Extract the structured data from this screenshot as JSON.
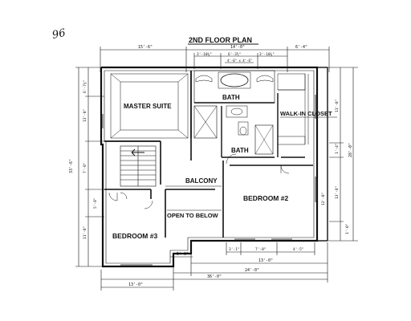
{
  "plan": {
    "handwritten_note": "96",
    "title": "2ND FLOOR PLAN",
    "rooms": {
      "master_suite": "MASTER SUITE",
      "bath_top": "BATH",
      "bath_mid": "BATH",
      "walk_in_closet": "WALK-IN CLOSET",
      "balcony": "BALCONY",
      "bedroom2": "BEDROOM #2",
      "open_to_below": "OPEN TO BELOW",
      "bedroom3": "BEDROOM #3"
    },
    "dimensions": {
      "top_left": "15'-6\"",
      "top_mid": "14'-0\"",
      "top_right": "6'-4\"",
      "top_a": "3'-10¾\"",
      "top_b": "6'-3½\"",
      "top_c": "3'-10¾\"",
      "top_window": "4'-0\" x 4'-6\"",
      "bot_a": "5'-0\"",
      "bot_b": "24'-0\"",
      "bot_c": "13'-0\"",
      "bot_d": "3'-1\"",
      "bot_e": "7'-0\"",
      "bot_f": "4'-5\"",
      "bot_g": "36'-0\"",
      "left_total": "33'-6\"",
      "left_a": "6'-7¾\"",
      "left_b": "13'-0\"",
      "left_c": "7'-0\"",
      "left_d": "11'-0\"",
      "left_e": "5'-8\"",
      "right_total": "28'-0\"",
      "right_a": "11'-0\"",
      "right_b": "1'-4\"",
      "right_c": "13'-8\"",
      "right_d": "1'-0\"",
      "right_e": "12'-0\""
    }
  }
}
